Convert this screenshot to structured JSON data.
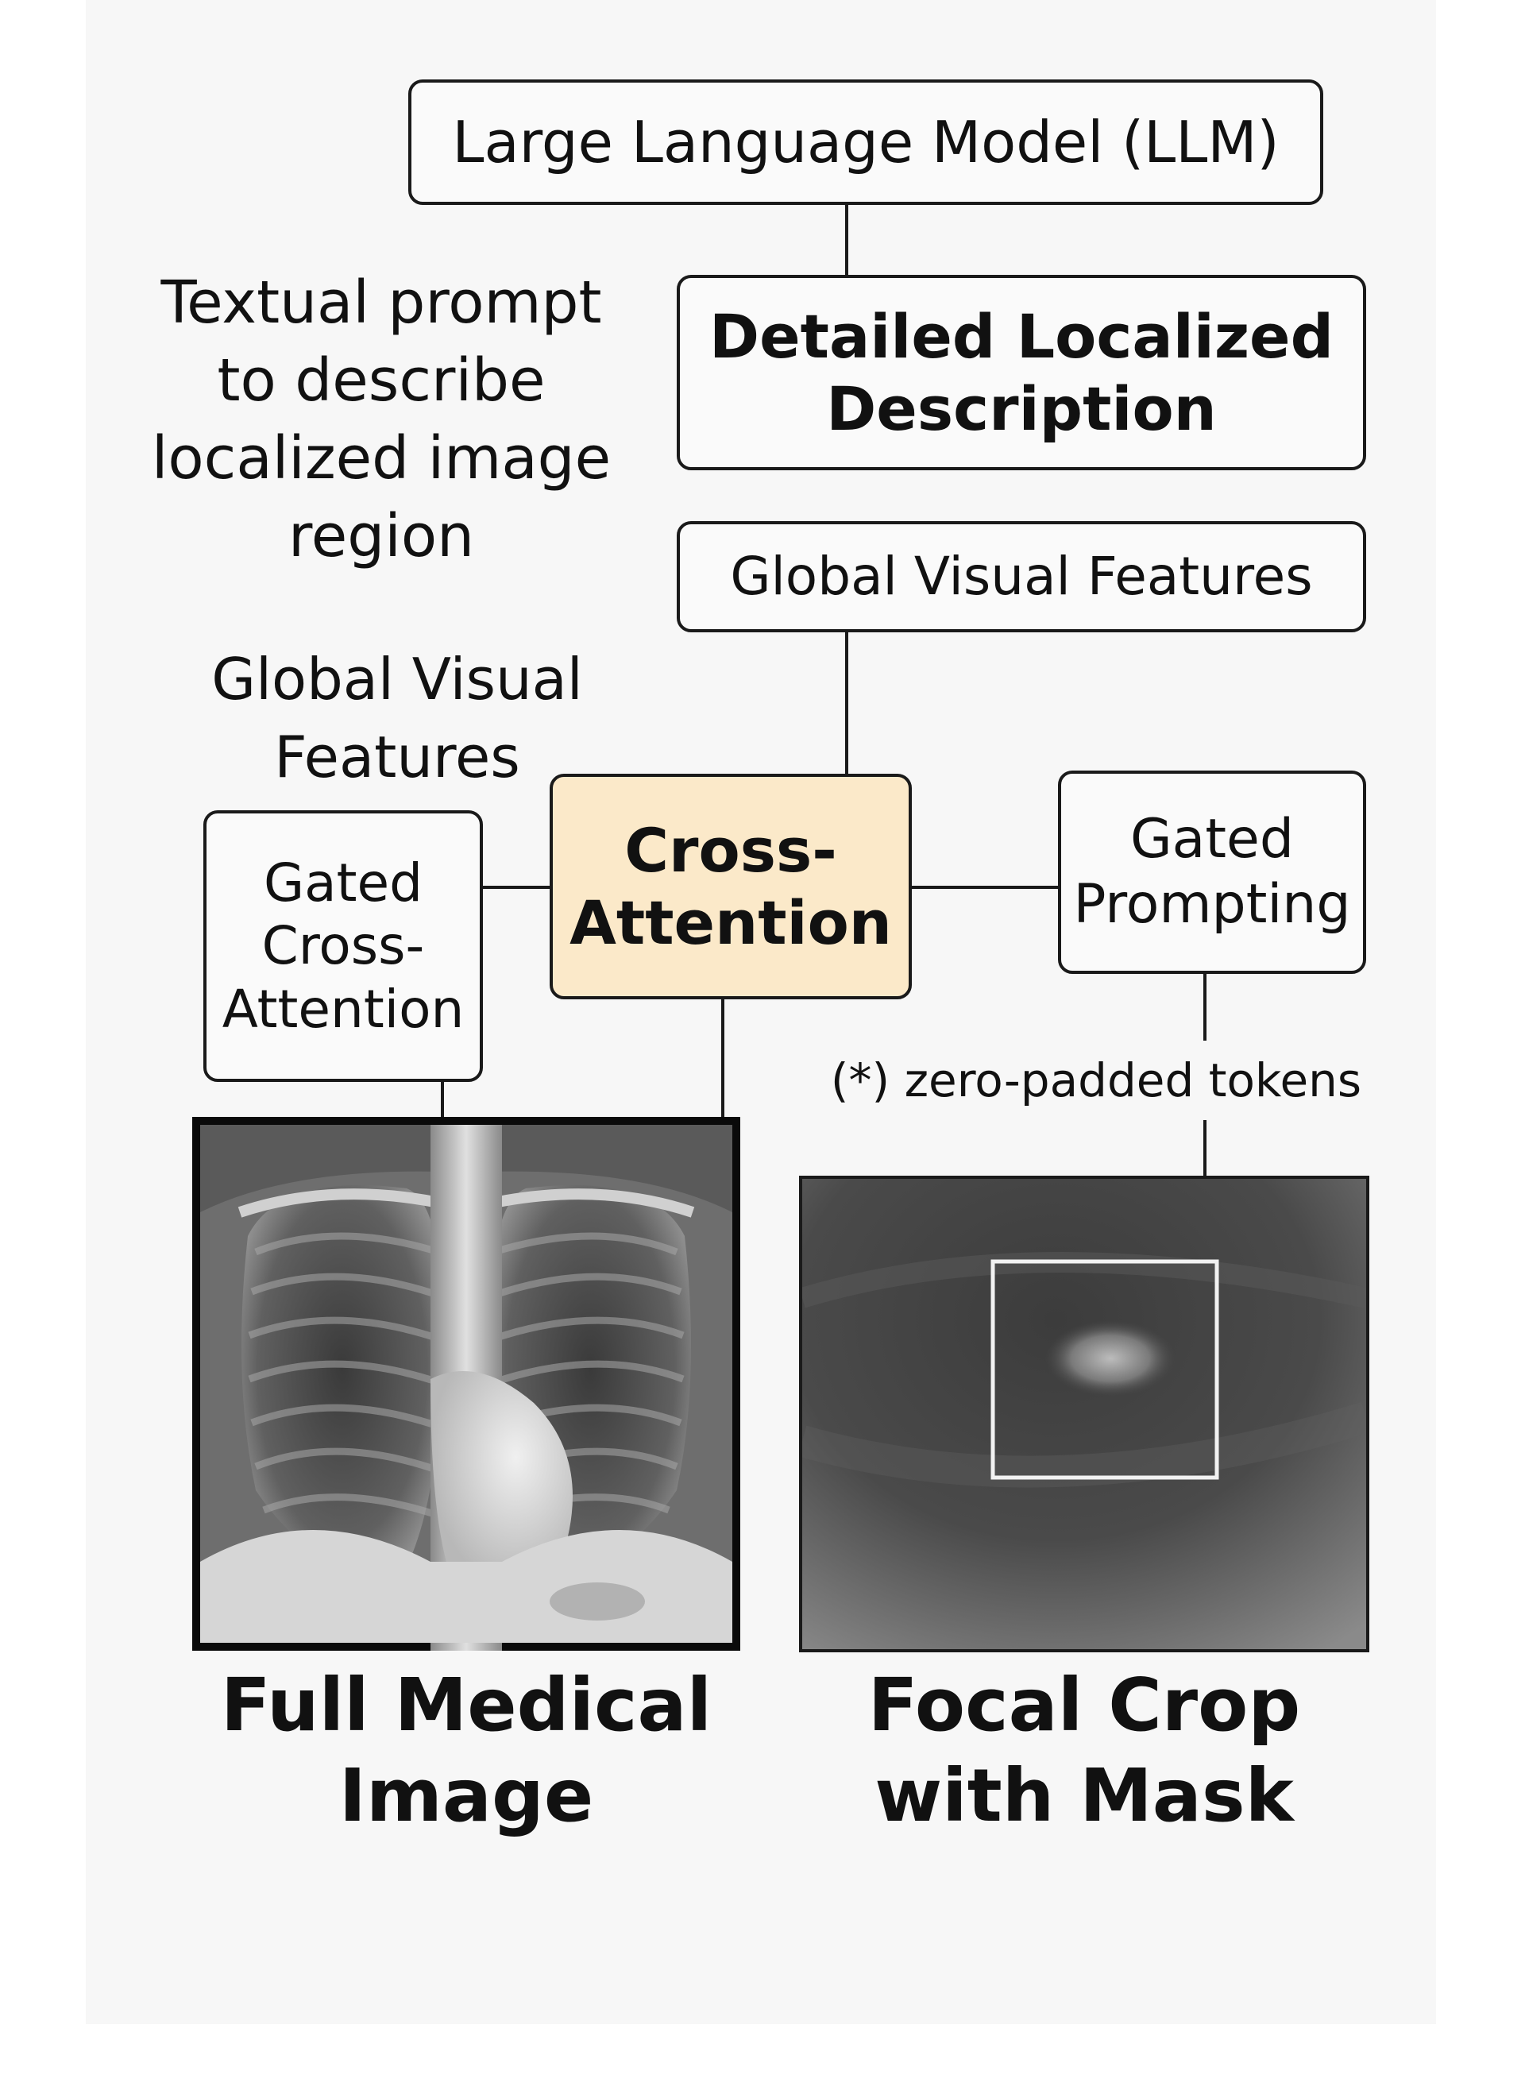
{
  "nodes": {
    "llm": "Large Language Model (LLM)",
    "description_line1": "Detailed Localized",
    "description_line2": "Description",
    "global_features_box": "Global Visual Features",
    "cross_attention_line1": "Cross-",
    "cross_attention_line2": "Attention",
    "gated_cross_line1": "Gated",
    "gated_cross_line2": "Cross-",
    "gated_cross_line3": "Attention",
    "gated_prompting_line1": "Gated",
    "gated_prompting_line2": "Prompting"
  },
  "annotations": {
    "prompt_line1": "Textual prompt",
    "prompt_line2": "to describe",
    "prompt_line3": "localized image",
    "prompt_line4": "region",
    "global_features_line1": "Global Visual",
    "global_features_line2": "Features",
    "zero_padded": "(*) zero-padded tokens"
  },
  "captions": {
    "full_line1": "Full Medical",
    "full_line2": "Image",
    "crop_line1": "Focal Crop",
    "crop_line2": "with Mask"
  },
  "colors": {
    "highlight": "#fbe9c9",
    "stroke": "#1a1a1a"
  }
}
